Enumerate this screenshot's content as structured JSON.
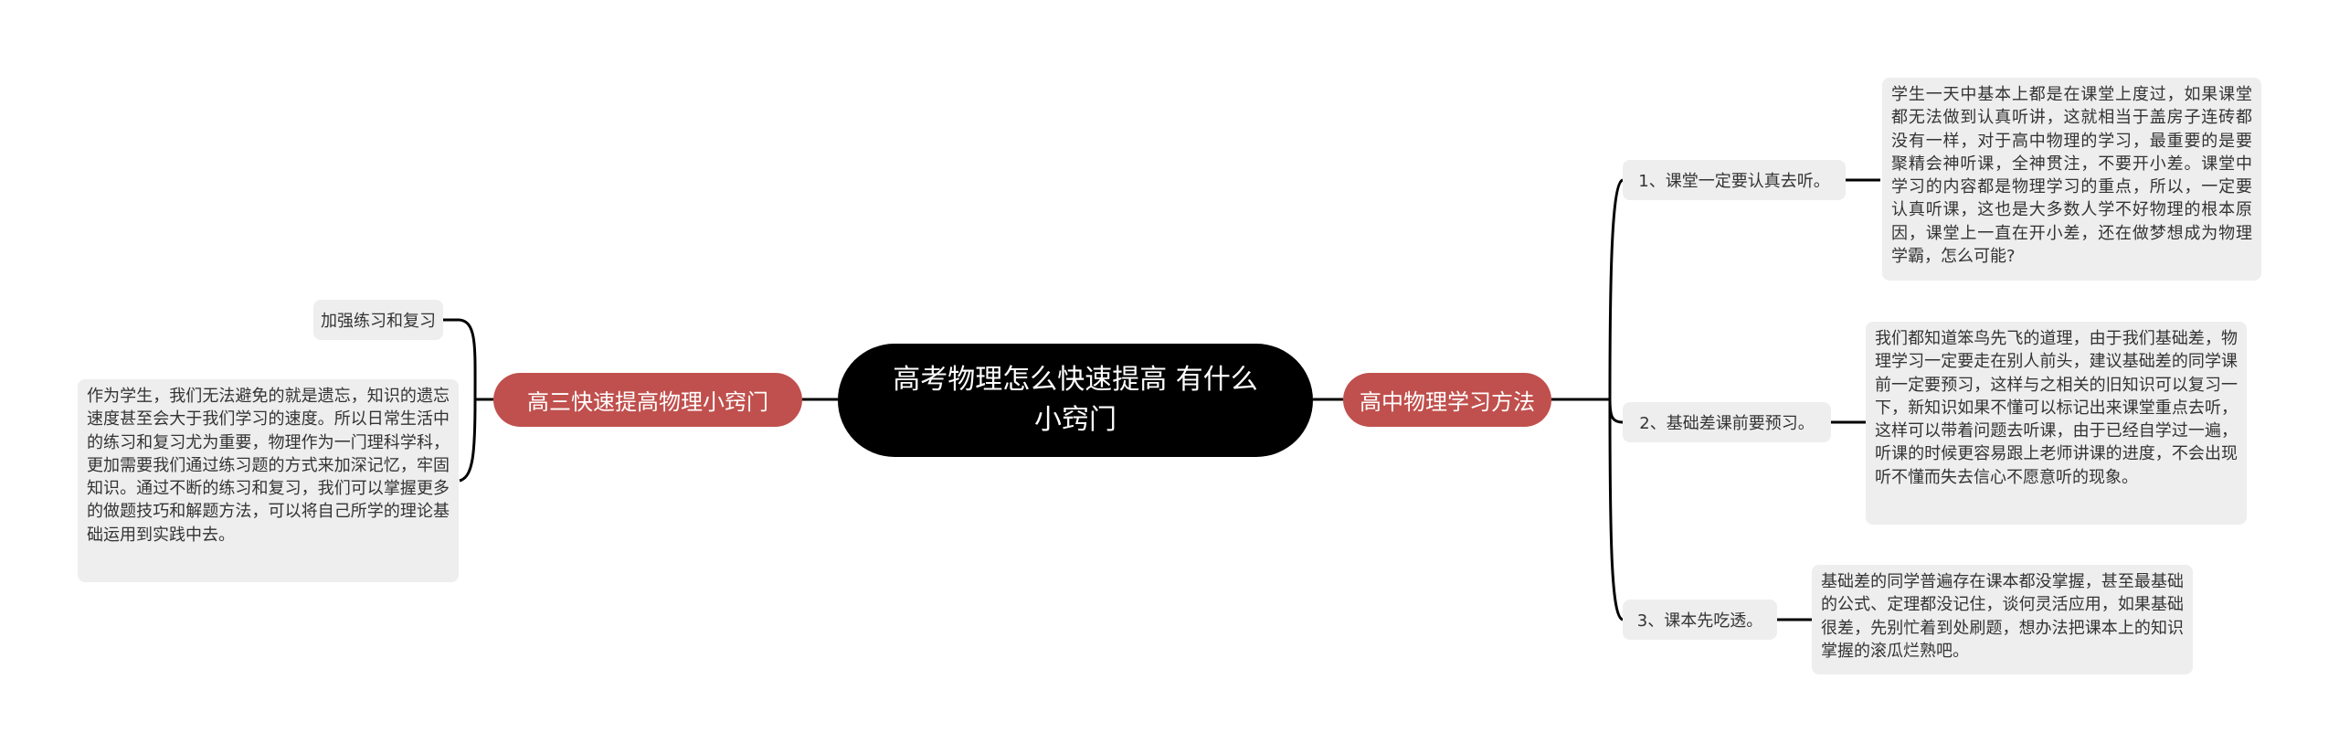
{
  "colors": {
    "center_bg": "#000000",
    "branch_bg": "#c0504d",
    "leaf_bg": "#eeeeee",
    "line": "#000000"
  },
  "mindmap": {
    "root": "高考物理怎么快速提高 有什么小窍门",
    "left_branch": {
      "label": "高三快速提高物理小窍门",
      "children": [
        {
          "label": "加强练习和复习",
          "detail": "作为学生，我们无法避免的就是遗忘，知识的遗忘速度甚至会大于我们学习的速度。所以日常生活中的练习和复习尤为重要，物理作为一门理科学科，更加需要我们通过练习题的方式来加深记忆，牢固知识。通过不断的练习和复习，我们可以掌握更多的做题技巧和解题方法，可以将自己所学的理论基础运用到实践中去。"
        }
      ]
    },
    "right_branch": {
      "label": "高中物理学习方法",
      "children": [
        {
          "label": "1、课堂一定要认真去听。",
          "detail": "学生一天中基本上都是在课堂上度过，如果课堂都无法做到认真听讲，这就相当于盖房子连砖都没有一样，对于高中物理的学习，最重要的是要聚精会神听课，全神贯注，不要开小差。课堂中学习的内容都是物理学习的重点，所以，一定要认真听课，这也是大多数人学不好物理的根本原因，课堂上一直在开小差，还在做梦想成为物理学霸，怎么可能?"
        },
        {
          "label": "2、基础差课前要预习。",
          "detail": "我们都知道笨鸟先飞的道理，由于我们基础差，物理学习一定要走在别人前头，建议基础差的同学课前一定要预习，这样与之相关的旧知识可以复习一下，新知识如果不懂可以标记出来课堂重点去听，这样可以带着问题去听课，由于已经自学过一遍，听课的时候更容易跟上老师讲课的进度，不会出现听不懂而失去信心不愿意听的现象。"
        },
        {
          "label": "3、课本先吃透。",
          "detail": "基础差的同学普遍存在课本都没掌握，甚至最基础的公式、定理都没记住，谈何灵活应用，如果基础很差，先别忙着到处刷题，想办法把课本上的知识掌握的滚瓜烂熟吧。"
        }
      ]
    }
  }
}
